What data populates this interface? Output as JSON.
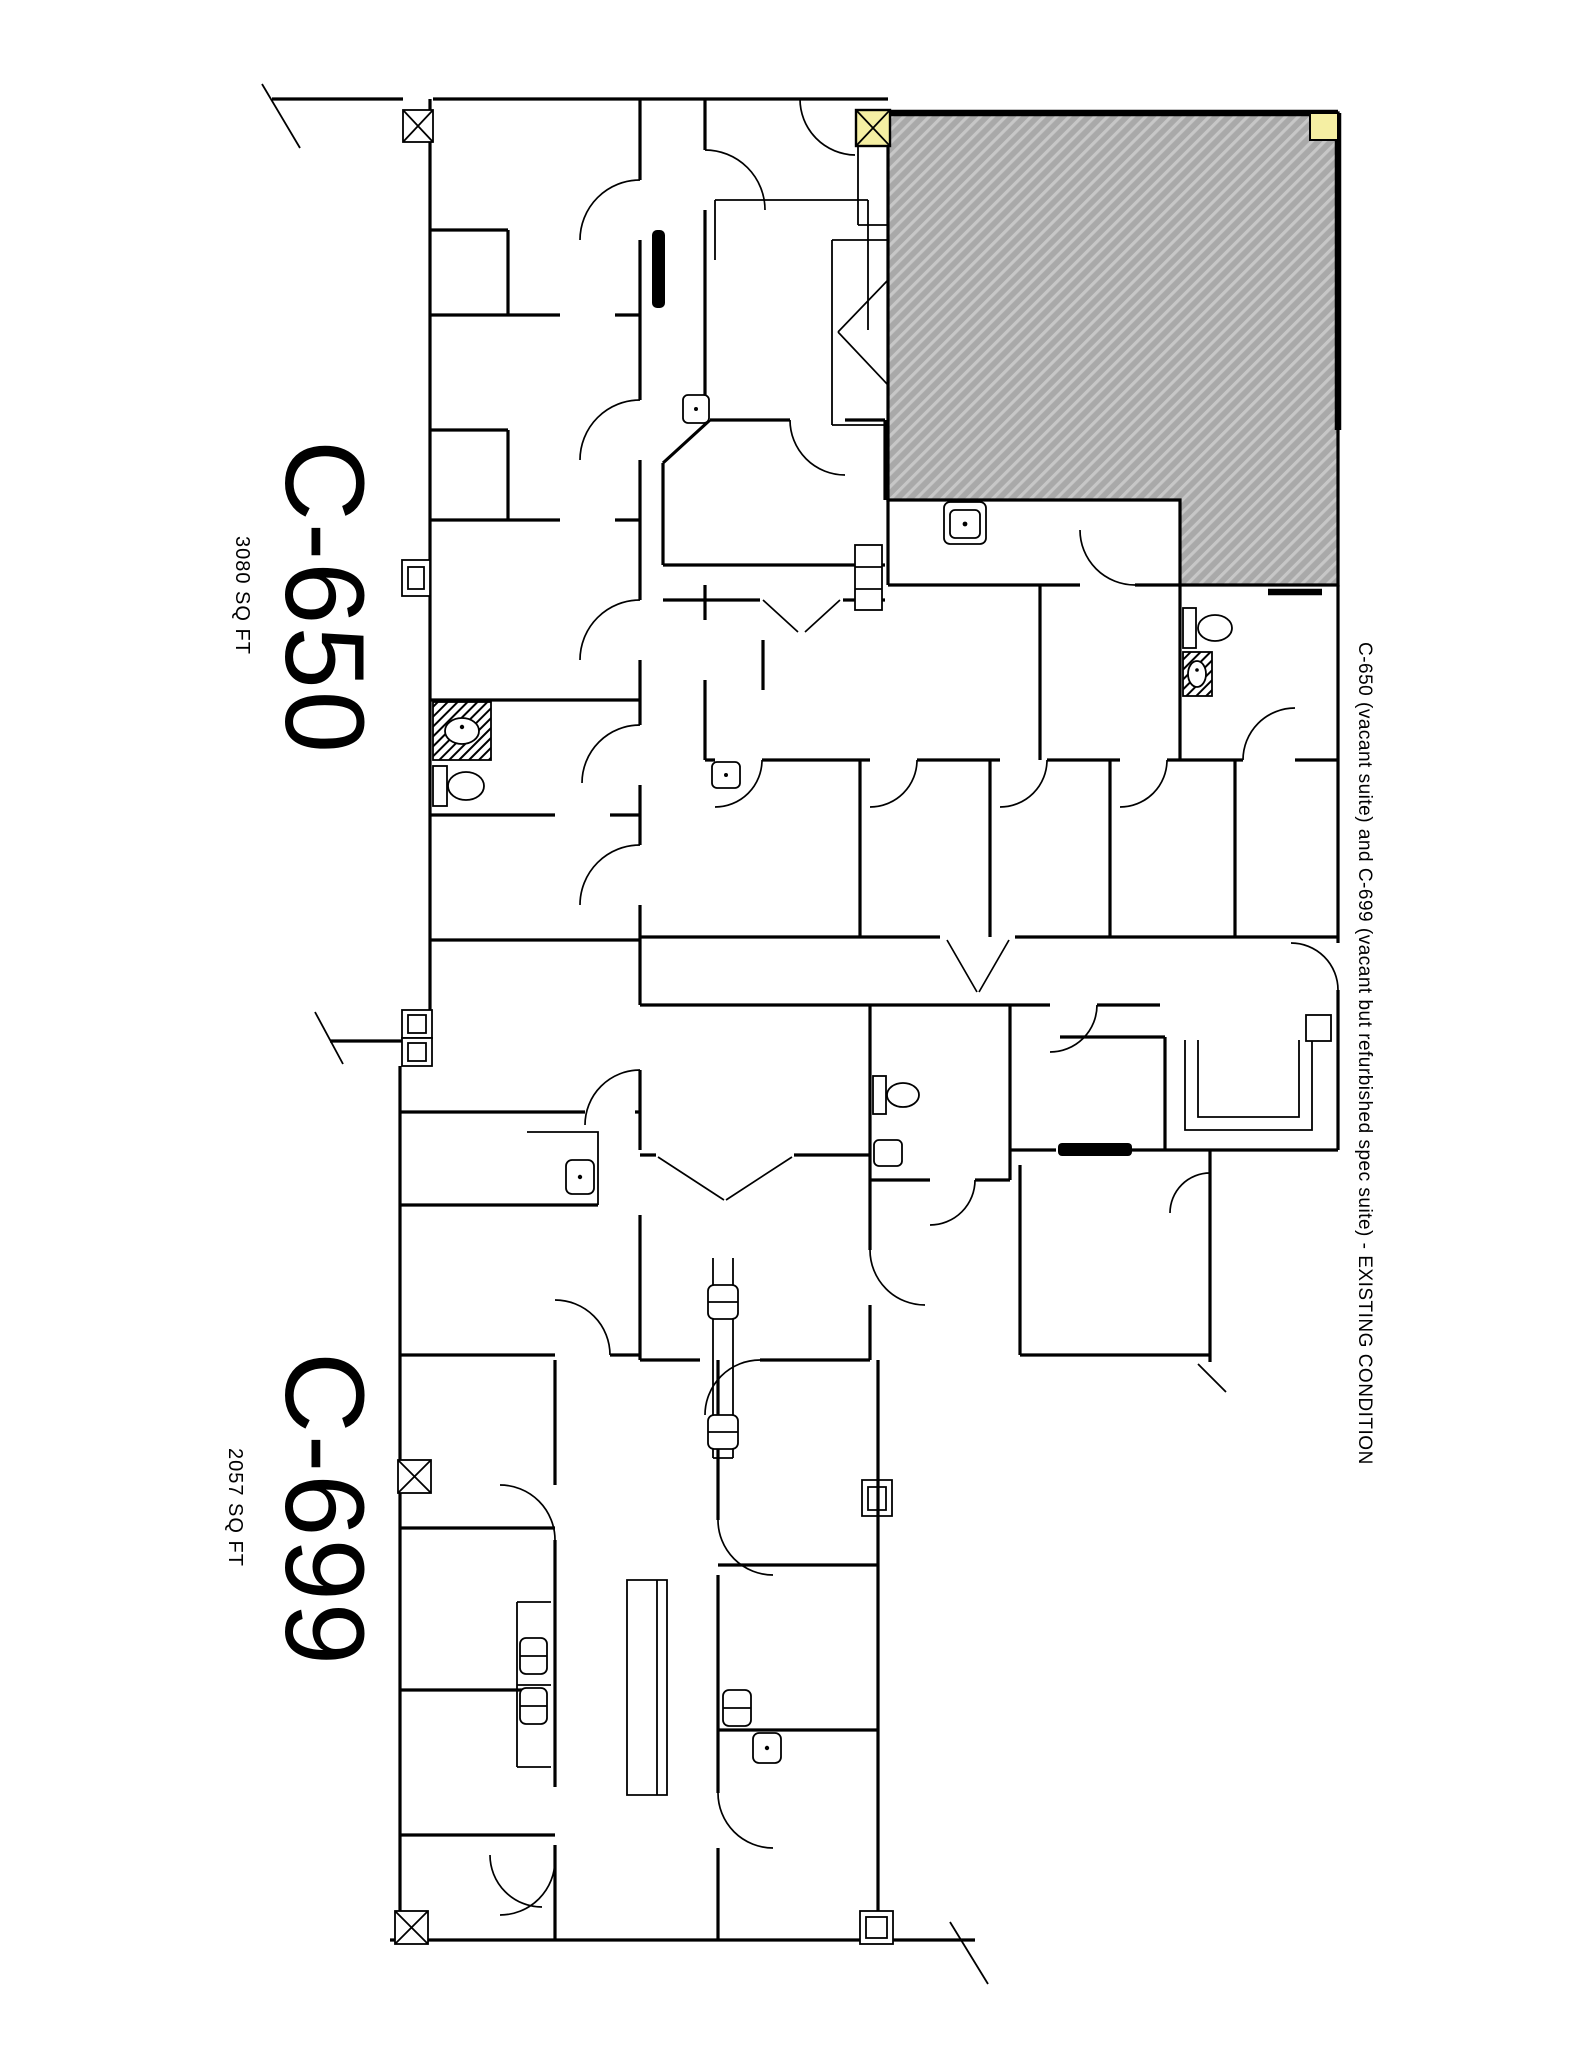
{
  "drawing": {
    "type": "architectural-floor-plan",
    "suites": [
      {
        "id": "C-650",
        "label": "C-650",
        "area_label": "3080 SQ FT",
        "status": "vacant suite"
      },
      {
        "id": "C-699",
        "label": "C-699",
        "area_label": "2057 SQ FT",
        "status": "vacant but refurbished spec suite"
      }
    ],
    "note": "C-650 (vacant suite) and C-699 (vacant but refurbished spec suite) - EXISTING CONDITION",
    "colors": {
      "line": "#000000",
      "background": "#ffffff",
      "hatch_base": "#a9a9a9",
      "hatch_stripe": "#c7c7c7",
      "highlight_yellow": "#f5efa3"
    },
    "symbols": [
      "hatched-vacant-area",
      "column-marker-x",
      "column-marker-plain",
      "window-marker",
      "door-swing-arc",
      "double-door-leaves",
      "pocket-door",
      "toilet",
      "sink",
      "counter",
      "wall-break-tick"
    ]
  }
}
